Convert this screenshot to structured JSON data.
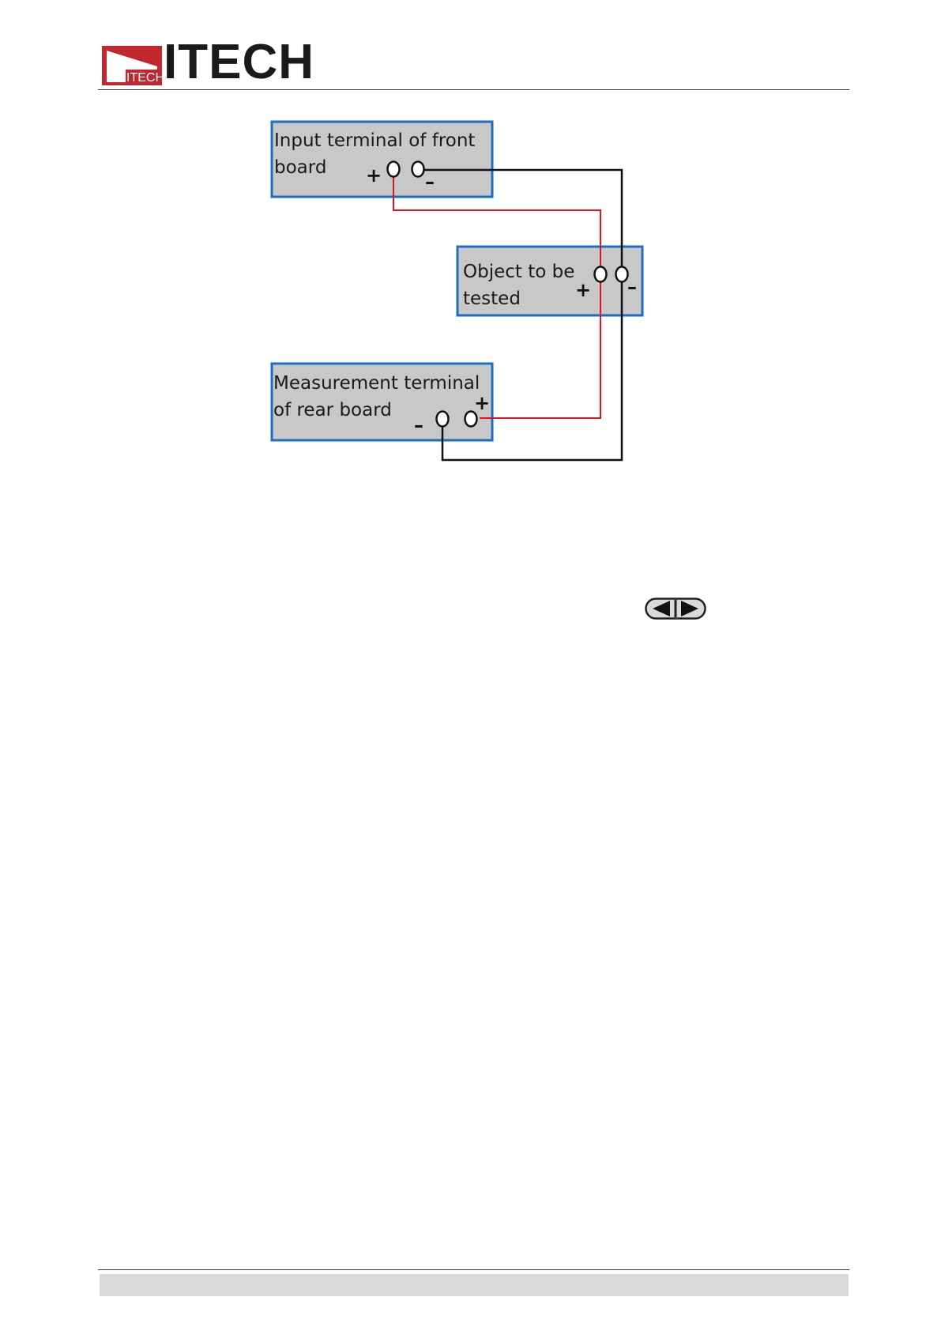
{
  "header": {
    "brand": "ITECH",
    "logo_badge_text": "ITECH",
    "colors": {
      "brand_red": "#c1272d",
      "text": "#1a1a1a"
    }
  },
  "diagram": {
    "box_fill": "#c8c8c8",
    "box_border": "#1a6fc0",
    "wire_red": "#e0141e",
    "wire_black": "#111111",
    "boxes": {
      "front": {
        "line1": "Input terminal of front",
        "line2": "board",
        "plus": "+",
        "minus": "–"
      },
      "dut": {
        "line1": "Object to be",
        "line2": "tested",
        "plus": "+",
        "minus": "–"
      },
      "rear": {
        "line1": "Measurement terminal",
        "line2": "of rear board",
        "plus": "+",
        "minus": "–"
      }
    }
  },
  "nav_icon": {
    "name": "left-right-arrow-keys-icon"
  }
}
